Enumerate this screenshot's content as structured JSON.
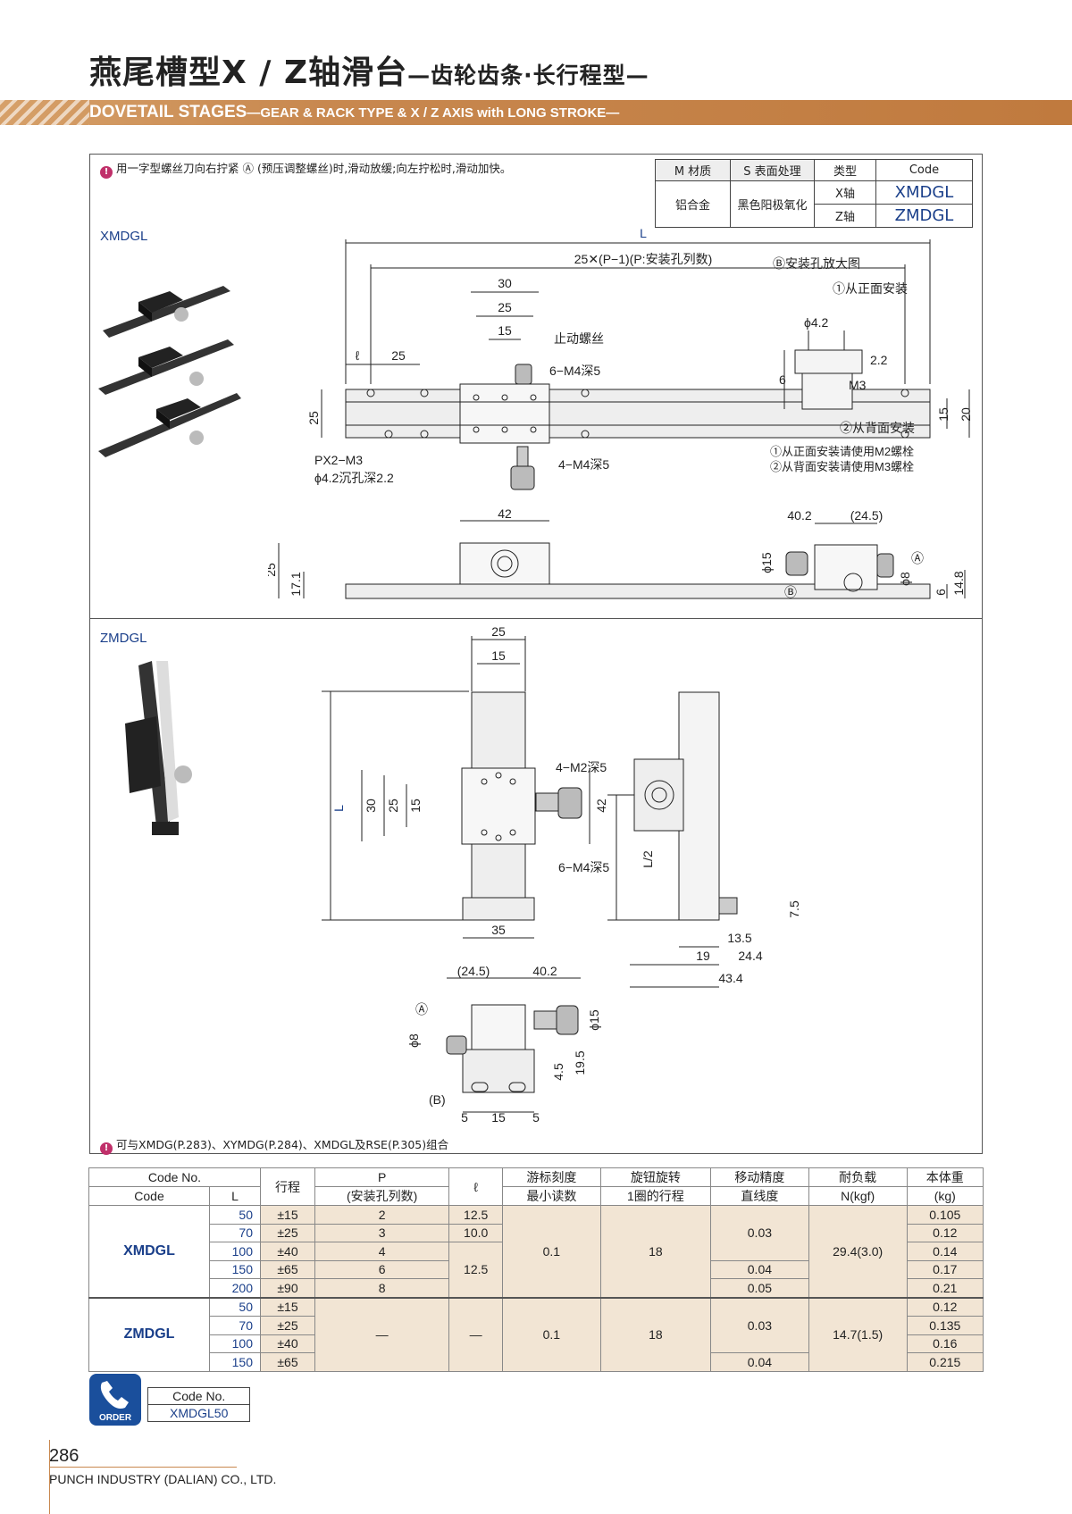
{
  "header": {
    "title_main": "燕尾槽型X / Z轴滑台",
    "title_sub": "—齿轮齿条·长行程型—",
    "band_main": "DOVETAIL STAGES",
    "band_sub": "—GEAR & RACK TYPE & X / Z AXIS with LONG STROKE—"
  },
  "note_top": "用一字型螺丝刀向右拧紧 Ⓐ (预压调整螺丝)时,滑动放缓;向左拧松时,滑动加快。",
  "note_bottom": "可与XMDG(P.283)、XYMDG(P.284)、XMDGL及RSE(P.305)组合",
  "material_table": {
    "h_material": "M 材质",
    "h_surface": "S 表面处理",
    "h_type": "类型",
    "h_code": "Code",
    "material": "铝合金",
    "surface": "黑色阳极氧化",
    "rows": [
      {
        "type": "X轴",
        "code": "XMDGL"
      },
      {
        "type": "Z轴",
        "code": "ZMDGL"
      }
    ]
  },
  "section_x": {
    "label": "XMDGL",
    "dim_L": "L",
    "dim_pitch": "25✕(P−1)(P:安装孔列数)",
    "dim_30": "30",
    "dim_25a": "25",
    "dim_15": "15",
    "dim_l": "ℓ",
    "dim_25b": "25",
    "stop_screw": "止动螺丝",
    "m4_6": "6−M4深5",
    "m4_4": "4−M4深5",
    "px_m3": "PX2−M3",
    "cbore": "ϕ4.2沉孔深2.2",
    "dim_h25": "25",
    "dim_h15": "15",
    "dim_h20": "20",
    "dim_42": "42",
    "dim_s25": "25",
    "dim_171": "17.1",
    "dim_6": "6",
    "dim_148": "14.8",
    "detail_title": "Ⓑ安装孔放大图",
    "detail_front": "①从正面安装",
    "detail_phi": "ϕ4.2",
    "detail_22": "2.2",
    "detail_6": "6",
    "detail_m3": "M3",
    "detail_back": "②从背面安装",
    "detail_note1": "①从正面安装请使用M2螺栓",
    "detail_note2": "②从背面安装请使用M3螺栓",
    "side_402": "40.2",
    "side_245": "(24.5)",
    "side_phi15": "ϕ15",
    "side_phi8": "ϕ8",
    "mark_a": "Ⓐ",
    "mark_b": "Ⓑ"
  },
  "section_z": {
    "label": "ZMDGL",
    "dim_25": "25",
    "dim_15": "15",
    "dim_L": "L",
    "dim_30": "30",
    "dim_25b": "25",
    "dim_15b": "15",
    "m2": "4−M2深5",
    "m4": "6−M4深5",
    "dim_42": "42",
    "dim_35": "35",
    "dim_l2": "L/2",
    "dim_75": "7.5",
    "dim_135": "13.5",
    "dim_19": "19",
    "dim_244": "24.4",
    "dim_434": "43.4",
    "b_245": "(24.5)",
    "b_402": "40.2",
    "b_phi15": "ϕ15",
    "b_phi8": "ϕ8",
    "b_45": "4.5",
    "b_195": "19.5",
    "b_5a": "5",
    "b_15": "15",
    "b_5b": "5",
    "mark_a": "Ⓐ",
    "mark_b": "(B)"
  },
  "main_table": {
    "h_codeno": "Code No.",
    "h_code": "Code",
    "h_L": "L",
    "h_stroke": "行程",
    "h_P": "P",
    "h_P2": "(安装孔列数)",
    "h_l": "ℓ",
    "h_vernier": "游标刻度",
    "h_vernier2": "最小读数",
    "h_knob": "旋钮旋转",
    "h_knob2": "1圈的行程",
    "h_acc": "移动精度",
    "h_acc2": "直线度",
    "h_load": "耐负载",
    "h_load2": "N(kgf)",
    "h_weight": "本体重",
    "h_weight2": "(kg)",
    "x_code": "XMDGL",
    "x_rows": [
      {
        "L": "50",
        "stroke": "±15",
        "P": "2",
        "l": "12.5",
        "weight": "0.105"
      },
      {
        "L": "70",
        "stroke": "±25",
        "P": "3",
        "l": "10.0",
        "weight": "0.12"
      },
      {
        "L": "100",
        "stroke": "±40",
        "P": "4",
        "weight": "0.14"
      },
      {
        "L": "150",
        "stroke": "±65",
        "P": "6",
        "weight": "0.17"
      },
      {
        "L": "200",
        "stroke": "±90",
        "P": "8",
        "weight": "0.21"
      }
    ],
    "x_l_merged": "12.5",
    "x_vernier": "0.1",
    "x_knob": "18",
    "x_acc1": "0.03",
    "x_acc2": "0.04",
    "x_acc3": "0.05",
    "x_load": "29.4(3.0)",
    "z_code": "ZMDGL",
    "z_rows": [
      {
        "L": "50",
        "stroke": "±15",
        "weight": "0.12"
      },
      {
        "L": "70",
        "stroke": "±25",
        "weight": "0.135"
      },
      {
        "L": "100",
        "stroke": "±40",
        "weight": "0.16"
      },
      {
        "L": "150",
        "stroke": "±65",
        "weight": "0.215"
      }
    ],
    "z_P": "—",
    "z_l": "—",
    "z_vernier": "0.1",
    "z_knob": "18",
    "z_acc1": "0.03",
    "z_acc2": "0.04",
    "z_load": "14.7(1.5)"
  },
  "order": {
    "label": "ORDER",
    "h_codeno": "Code No.",
    "value": "XMDGL50"
  },
  "footer": {
    "page": "286",
    "company": "PUNCH INDUSTRY (DALIAN) CO., LTD."
  }
}
